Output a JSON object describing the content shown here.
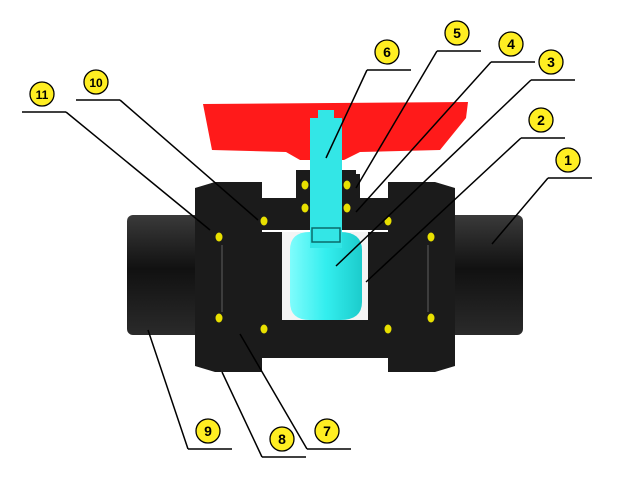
{
  "colors": {
    "handle": "#ff1a1a",
    "stem": "#33e6e6",
    "ball": "#33f0f0",
    "body": "#1b1b1b",
    "seal": "#e8e000",
    "callout": "#ffee22"
  },
  "callouts": [
    {
      "label": "1"
    },
    {
      "label": "2"
    },
    {
      "label": "3"
    },
    {
      "label": "4"
    },
    {
      "label": "5"
    },
    {
      "label": "6"
    },
    {
      "label": "7"
    },
    {
      "label": "8"
    },
    {
      "label": "9"
    },
    {
      "label": "10"
    },
    {
      "label": "11"
    }
  ]
}
